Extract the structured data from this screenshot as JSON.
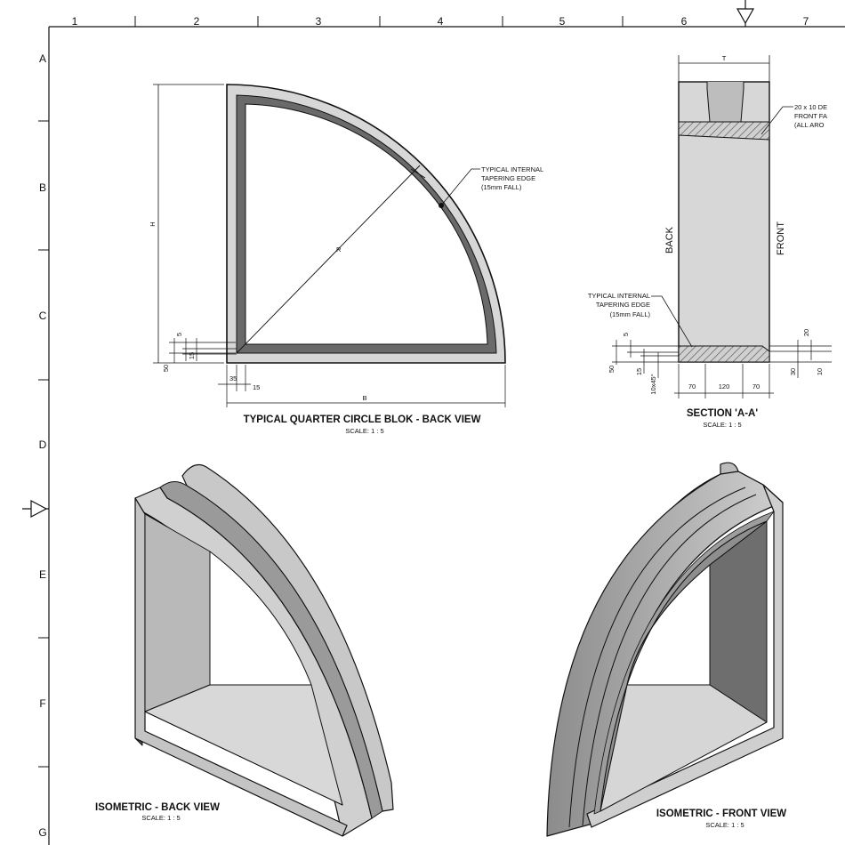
{
  "colors": {
    "line": "#111111",
    "concrete": "#d6d6d6",
    "concrete_dark": "#7d7d7d",
    "concrete_mid": "#a9a9a9",
    "hatch": "#555555"
  },
  "frame": {
    "columns": [
      "1",
      "2",
      "3",
      "4",
      "5",
      "6",
      "7"
    ],
    "rows": [
      "A",
      "B",
      "C",
      "D",
      "E",
      "F",
      "G"
    ]
  },
  "back_view": {
    "title": "TYPICAL QUARTER CIRCLE BLOK - BACK VIEW",
    "scale": "SCALE: 1 : 5",
    "note_lines": [
      "TYPICAL INTERNAL",
      "TAPERING EDGE",
      "(15mm FALL)"
    ],
    "dims": {
      "H": "H",
      "R": "R",
      "B": "B",
      "d5": "5",
      "d15": "15",
      "d50": "50",
      "d35": "35",
      "d15b": "15"
    }
  },
  "section": {
    "title": "SECTION  'A-A'",
    "scale": "SCALE: 1 : 5",
    "top_dim": "T",
    "back_label": "BACK",
    "front_label": "FRONT",
    "chamfer_note_lines": [
      "20 x 10 DE",
      "FRONT FA",
      "(ALL ARO"
    ],
    "taper_note_lines": [
      "TYPICAL INTERNAL",
      "TAPERING EDGE",
      "(15mm FALL)"
    ],
    "bottom_dims": [
      "70",
      "120",
      "70"
    ],
    "left_dims": {
      "d5": "5",
      "d50": "50",
      "d15": "15",
      "d10": "10x45°"
    },
    "right_dims": {
      "d20": "20",
      "d30": "30",
      "d10": "10"
    }
  },
  "iso_back": {
    "title": "ISOMETRIC - BACK VIEW",
    "scale": "SCALE: 1 : 5"
  },
  "iso_front": {
    "title": "ISOMETRIC - FRONT VIEW",
    "scale": "SCALE: 1 : 5"
  }
}
